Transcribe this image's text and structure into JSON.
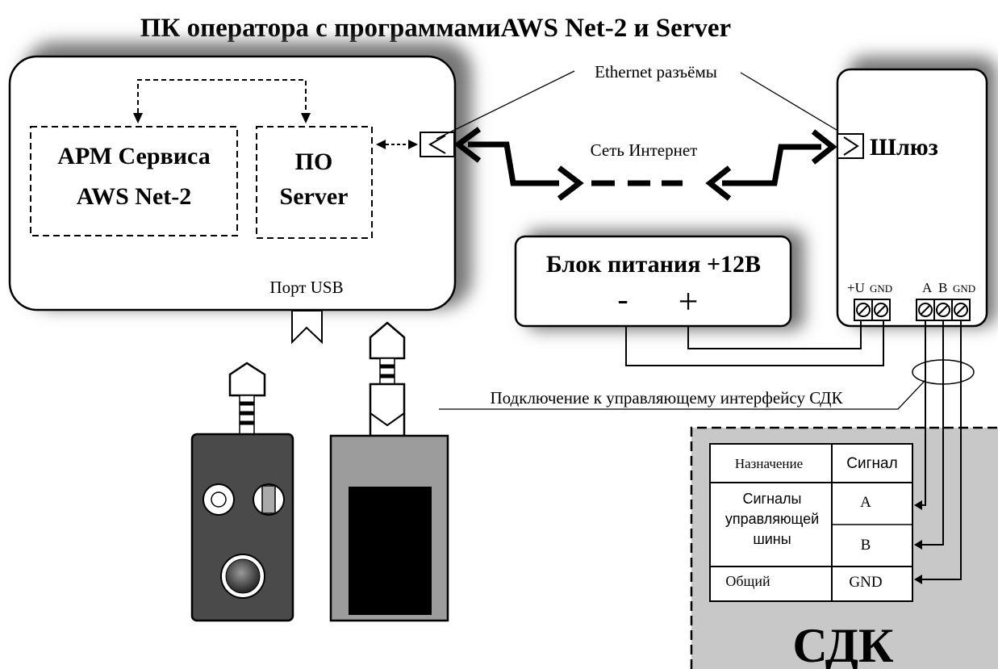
{
  "title": "ПК оператора с программамиAWS Net-2 и Server",
  "pc": {
    "arm_line1": "АРМ Сервиса",
    "arm_line2": "AWS Net-2",
    "server_line1": "ПО",
    "server_line2": "Server",
    "usb_port": "Порт USB"
  },
  "ethernet_label": "Ethernet разъёмы",
  "internet_label": "Сеть Интернет",
  "gateway": {
    "label": "Шлюз",
    "terminal_plus_u": "+U",
    "terminal_gnd1": "GND",
    "terminal_a": "A",
    "terminal_b": "B",
    "terminal_gnd2": "GND"
  },
  "power_supply": {
    "label": "Блок питания +12В",
    "minus": "-",
    "plus": "+"
  },
  "connection_label": "Подключение к управляющему интерфейсу СДК",
  "sdk": {
    "label": "СДК",
    "table": {
      "header_purpose": "Назначение",
      "header_signal": "Сигнал",
      "row1_purpose_line1": "Сигналы",
      "row1_purpose_line2": "управляющей",
      "row1_purpose_line3": "шины",
      "row1_signal_a": "A",
      "row1_signal_b": "B",
      "row2_purpose": "Общий",
      "row2_signal": "GND"
    }
  },
  "colors": {
    "line": "#000000",
    "shadow": "#7a7a7a",
    "sdk_fill": "#c8c8c8",
    "device_dark": "#4a4a4a",
    "device_light": "#9c9c9c"
  }
}
